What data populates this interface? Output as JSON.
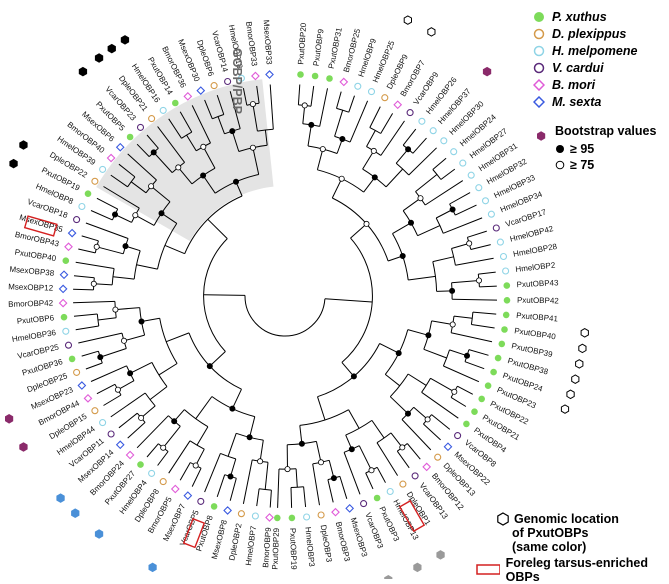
{
  "figure": {
    "legend": {
      "species": [
        {
          "label": "P. xuthus",
          "color": "#7ddb5a",
          "marker": "filled-circle"
        },
        {
          "label": "D. plexippus",
          "color": "#d49a4a",
          "marker": "open-circle"
        },
        {
          "label": "H. melpomene",
          "color": "#8fd4e6",
          "marker": "open-circle"
        },
        {
          "label": "V. cardui",
          "color": "#5a2a7a",
          "marker": "open-circle"
        },
        {
          "label": "B. mori",
          "color": "#e05ad8",
          "marker": "open-diamond"
        },
        {
          "label": "M. sexta",
          "color": "#3a5ae0",
          "marker": "open-diamond"
        }
      ]
    },
    "bootstrap": {
      "title": "Bootstrap values",
      "high": "≥ 95",
      "mid": "≥ 75"
    },
    "clade_label": "GOBP/PBP",
    "genomic_note": {
      "line1": "Genomic location",
      "line2": "of PxutOBPs",
      "line3": "(same color)"
    },
    "foreleg_note": "Foreleg tarsus-enriched OBPs",
    "tips_right": [
      "PxutOBP20",
      "PxutOBP9",
      "PxutOBP31",
      "BmorOBP25",
      "HmelOBP9",
      "HmelOBP25",
      "DpleOBP9",
      "BmorOBP7",
      "VcarOBP9",
      "HmelOBP26",
      "HmelOBP37",
      "HmelOBP30",
      "HmelOBP24",
      "HmelOBP27",
      "HmelOBP31",
      "HmelOBP32",
      "HmelOBP33",
      "HmelOBP34",
      "VcarOBP17",
      "HmelOBP42",
      "HmelOBP28",
      "HmelOBP2",
      "PxutOBP43",
      "PxutOBP42",
      "PxutOBP41",
      "PxutOBP40",
      "PxutOBP39",
      "PxutOBP38",
      "PxutOBP24",
      "PxutOBP23",
      "PxutOBP22",
      "PxutOBP21",
      "PxutOBP4",
      "VcarOBP8",
      "MsexOBP22",
      "DpleOBP13",
      "BmorOBP12",
      "VcarOBP13",
      "DpleOBP1",
      "HmelOBP13",
      "PxutOBP3",
      "VcarOBP3",
      "MsexOBP3",
      "BmorOBP3",
      "DpleOBP3",
      "HmelOBP3",
      "PxutOBP19",
      "PxutOBP29"
    ],
    "tips_left": [
      "BmorOBP9",
      "HmelOBP7",
      "DpleOBP2",
      "MsexOBP8",
      "PxutOBP8",
      "VcarOBP5",
      "MsexOBP7",
      "BmorOBP5",
      "DpleOBP8",
      "HmelOBP4",
      "PxutOBP27",
      "BmorOBP24",
      "MsexOBP14",
      "VcarOBP11",
      "HmelOBP44",
      "DpleOBP15",
      "BmorOBP44",
      "MsexOBP23",
      "DpleOBP25",
      "PxutOBP36",
      "VcarOBP25",
      "HmelOBP36",
      "PxutOBP6",
      "BmorOBP42",
      "MsexOBP12",
      "MsexOBP38",
      "PxutOBP40",
      "BmorOBP43",
      "MsexOBP35",
      "VcarOBP18",
      "HmelOBP8",
      "PxutOBP19",
      "DpleOBP22",
      "HmelOBP39",
      "BmorOBP40",
      "MsexOBP6",
      "PxutOBP5",
      "VcarOBP23",
      "DpleOBP21",
      "HmelOBP16",
      "PxutOBP14",
      "BmorOBP36",
      "MsexOBP30",
      "DpleOBP6",
      "VcarOBP14",
      "HmelOBP18",
      "BmorOBP33",
      "MsexOBP33"
    ]
  }
}
